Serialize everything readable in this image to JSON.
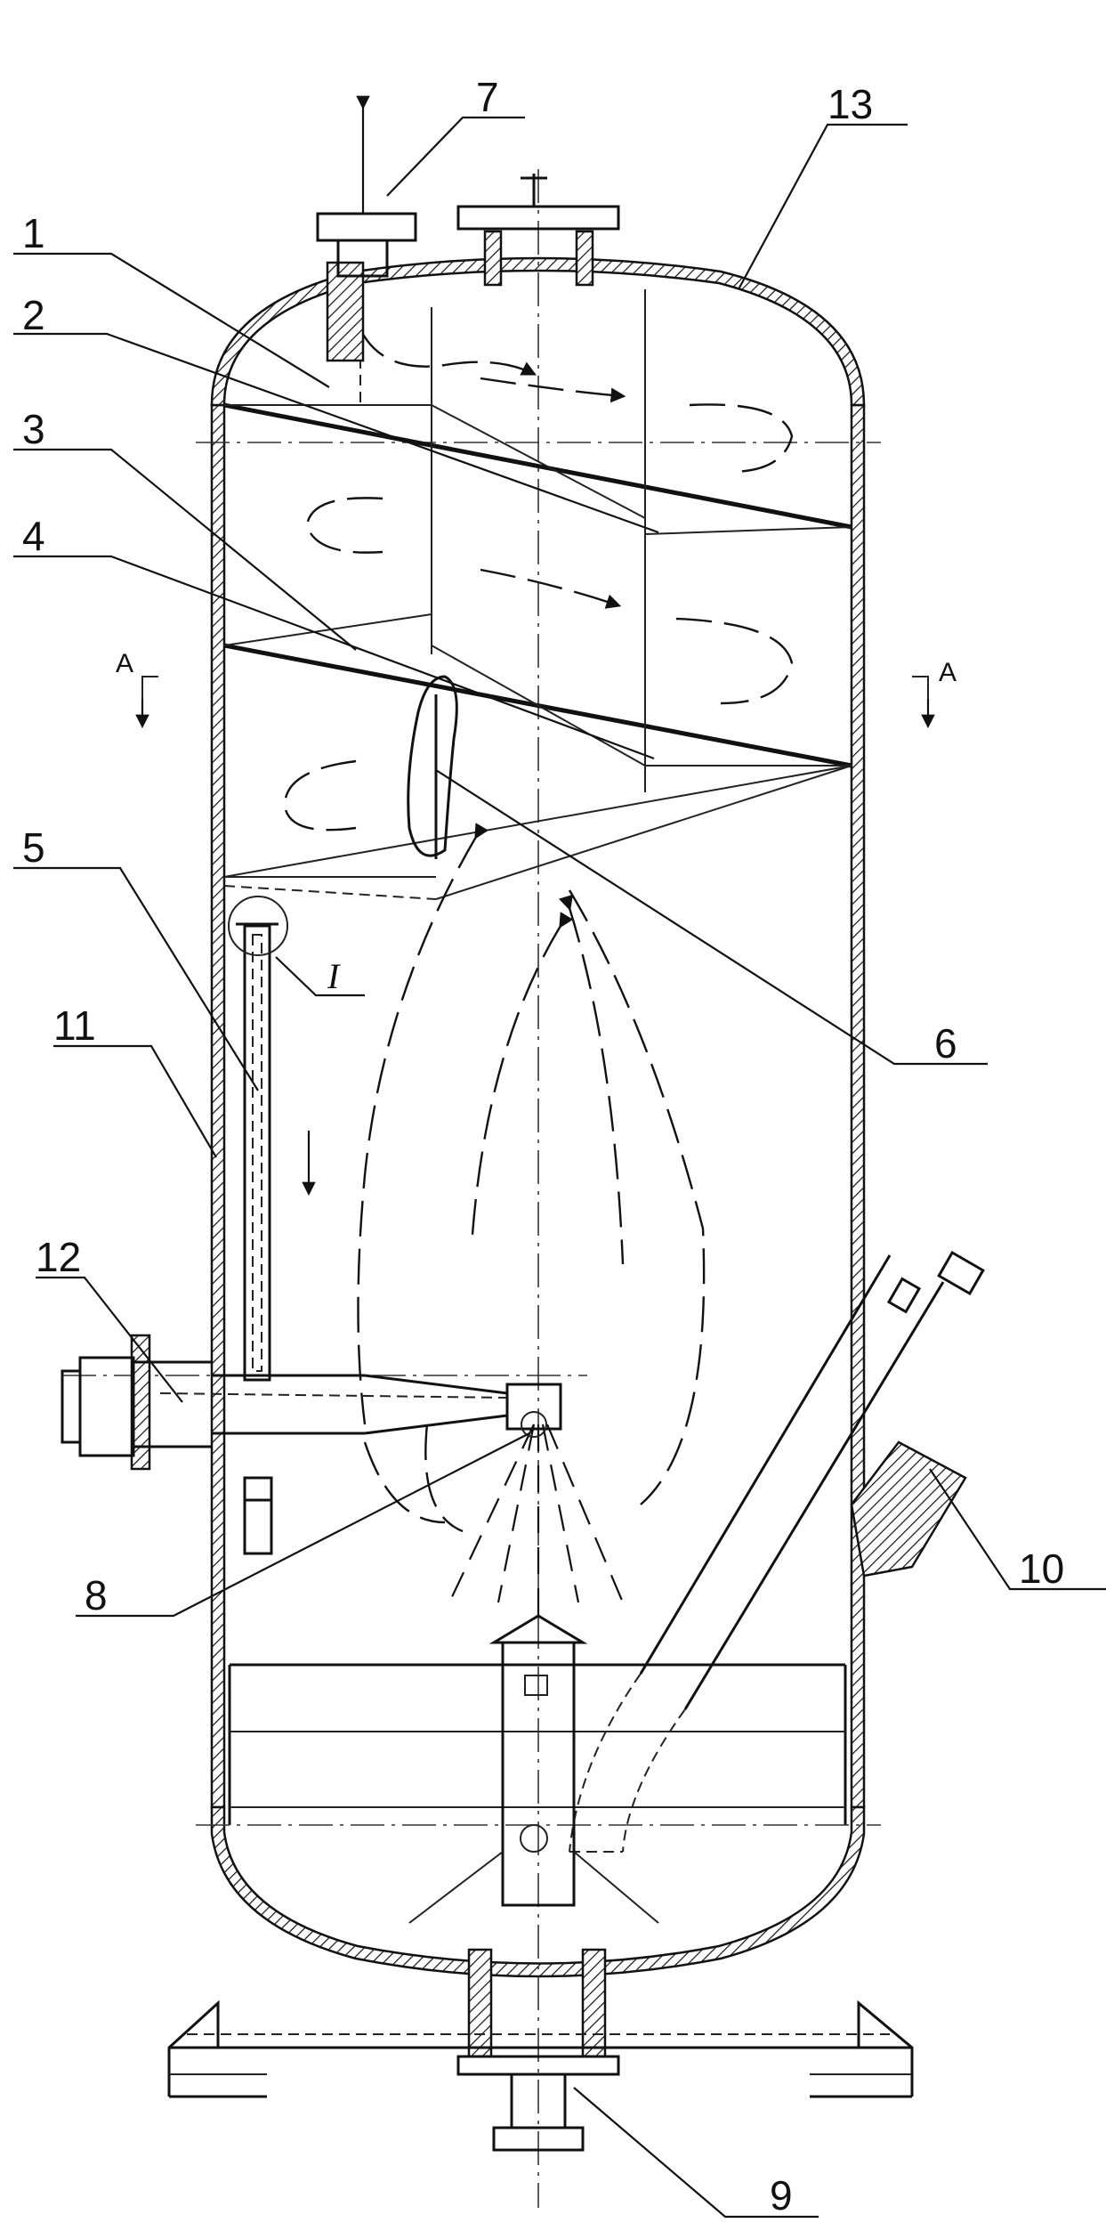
{
  "figure": {
    "callouts": [
      {
        "id": "1",
        "text": "1"
      },
      {
        "id": "2",
        "text": "2"
      },
      {
        "id": "3",
        "text": "3"
      },
      {
        "id": "4",
        "text": "4"
      },
      {
        "id": "5",
        "text": "5"
      },
      {
        "id": "6",
        "text": "6"
      },
      {
        "id": "7",
        "text": "7"
      },
      {
        "id": "8",
        "text": "8"
      },
      {
        "id": "9",
        "text": "9"
      },
      {
        "id": "10",
        "text": "10"
      },
      {
        "id": "11",
        "text": "11"
      },
      {
        "id": "12",
        "text": "12"
      },
      {
        "id": "13",
        "text": "13"
      }
    ],
    "detail_mark": "I",
    "section_mark_left": "A",
    "section_mark_right": "A"
  }
}
